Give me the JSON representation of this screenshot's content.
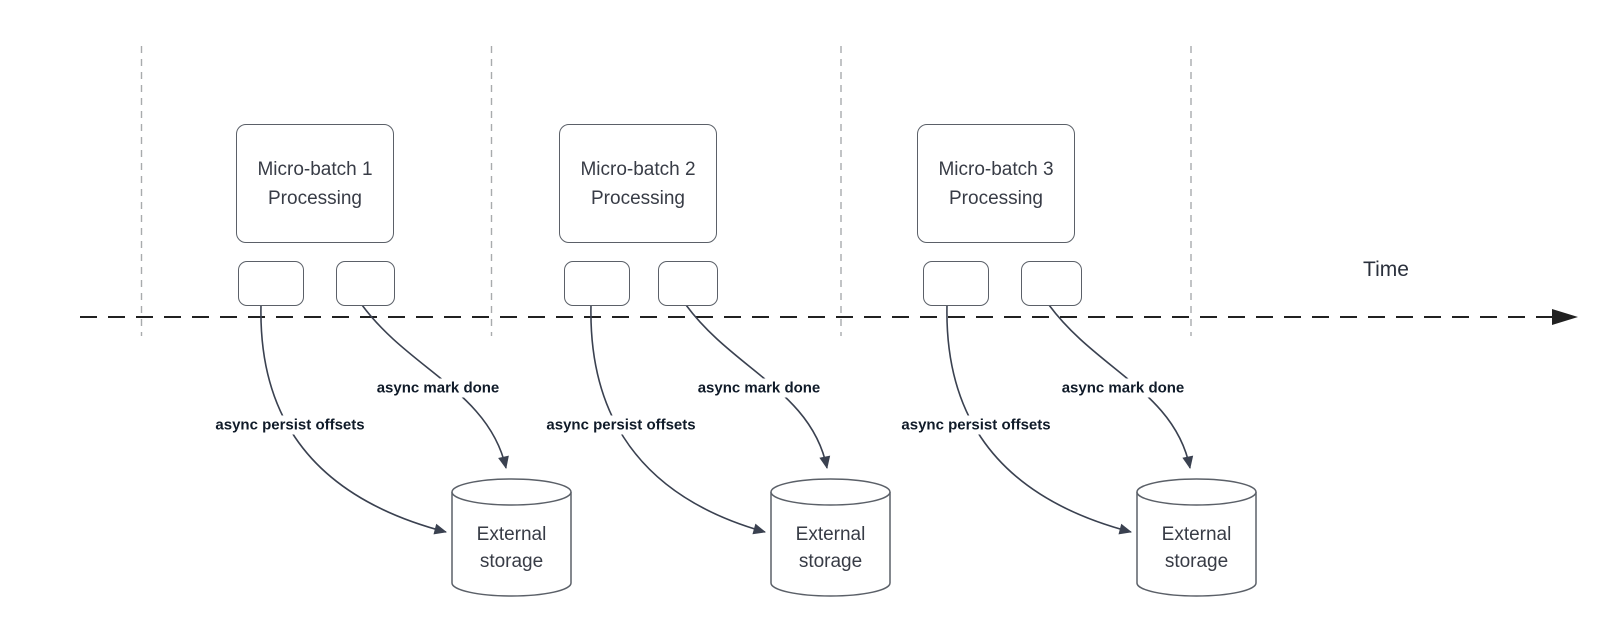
{
  "time_axis_label": "Time",
  "batches": [
    {
      "title_line1": "Micro-batch 1",
      "title_line2": "Processing",
      "persist_label": "async persist offsets",
      "done_label": "async mark done",
      "storage_line1": "External",
      "storage_line2": "storage"
    },
    {
      "title_line1": "Micro-batch 2",
      "title_line2": "Processing",
      "persist_label": "async persist offsets",
      "done_label": "async mark done",
      "storage_line1": "External",
      "storage_line2": "storage"
    },
    {
      "title_line1": "Micro-batch 3",
      "title_line2": "Processing",
      "persist_label": "async persist offsets",
      "done_label": "async mark done",
      "storage_line1": "External",
      "storage_line2": "storage"
    }
  ],
  "colors": {
    "background": "#ffffff",
    "timeline": "#212121",
    "gridline": "#a8abad",
    "connector": "#3a4150",
    "shape_border": "#5b6068",
    "shape_text": "#383c46",
    "annotation_text": "#101b29",
    "axis_text": "#2a303c"
  }
}
